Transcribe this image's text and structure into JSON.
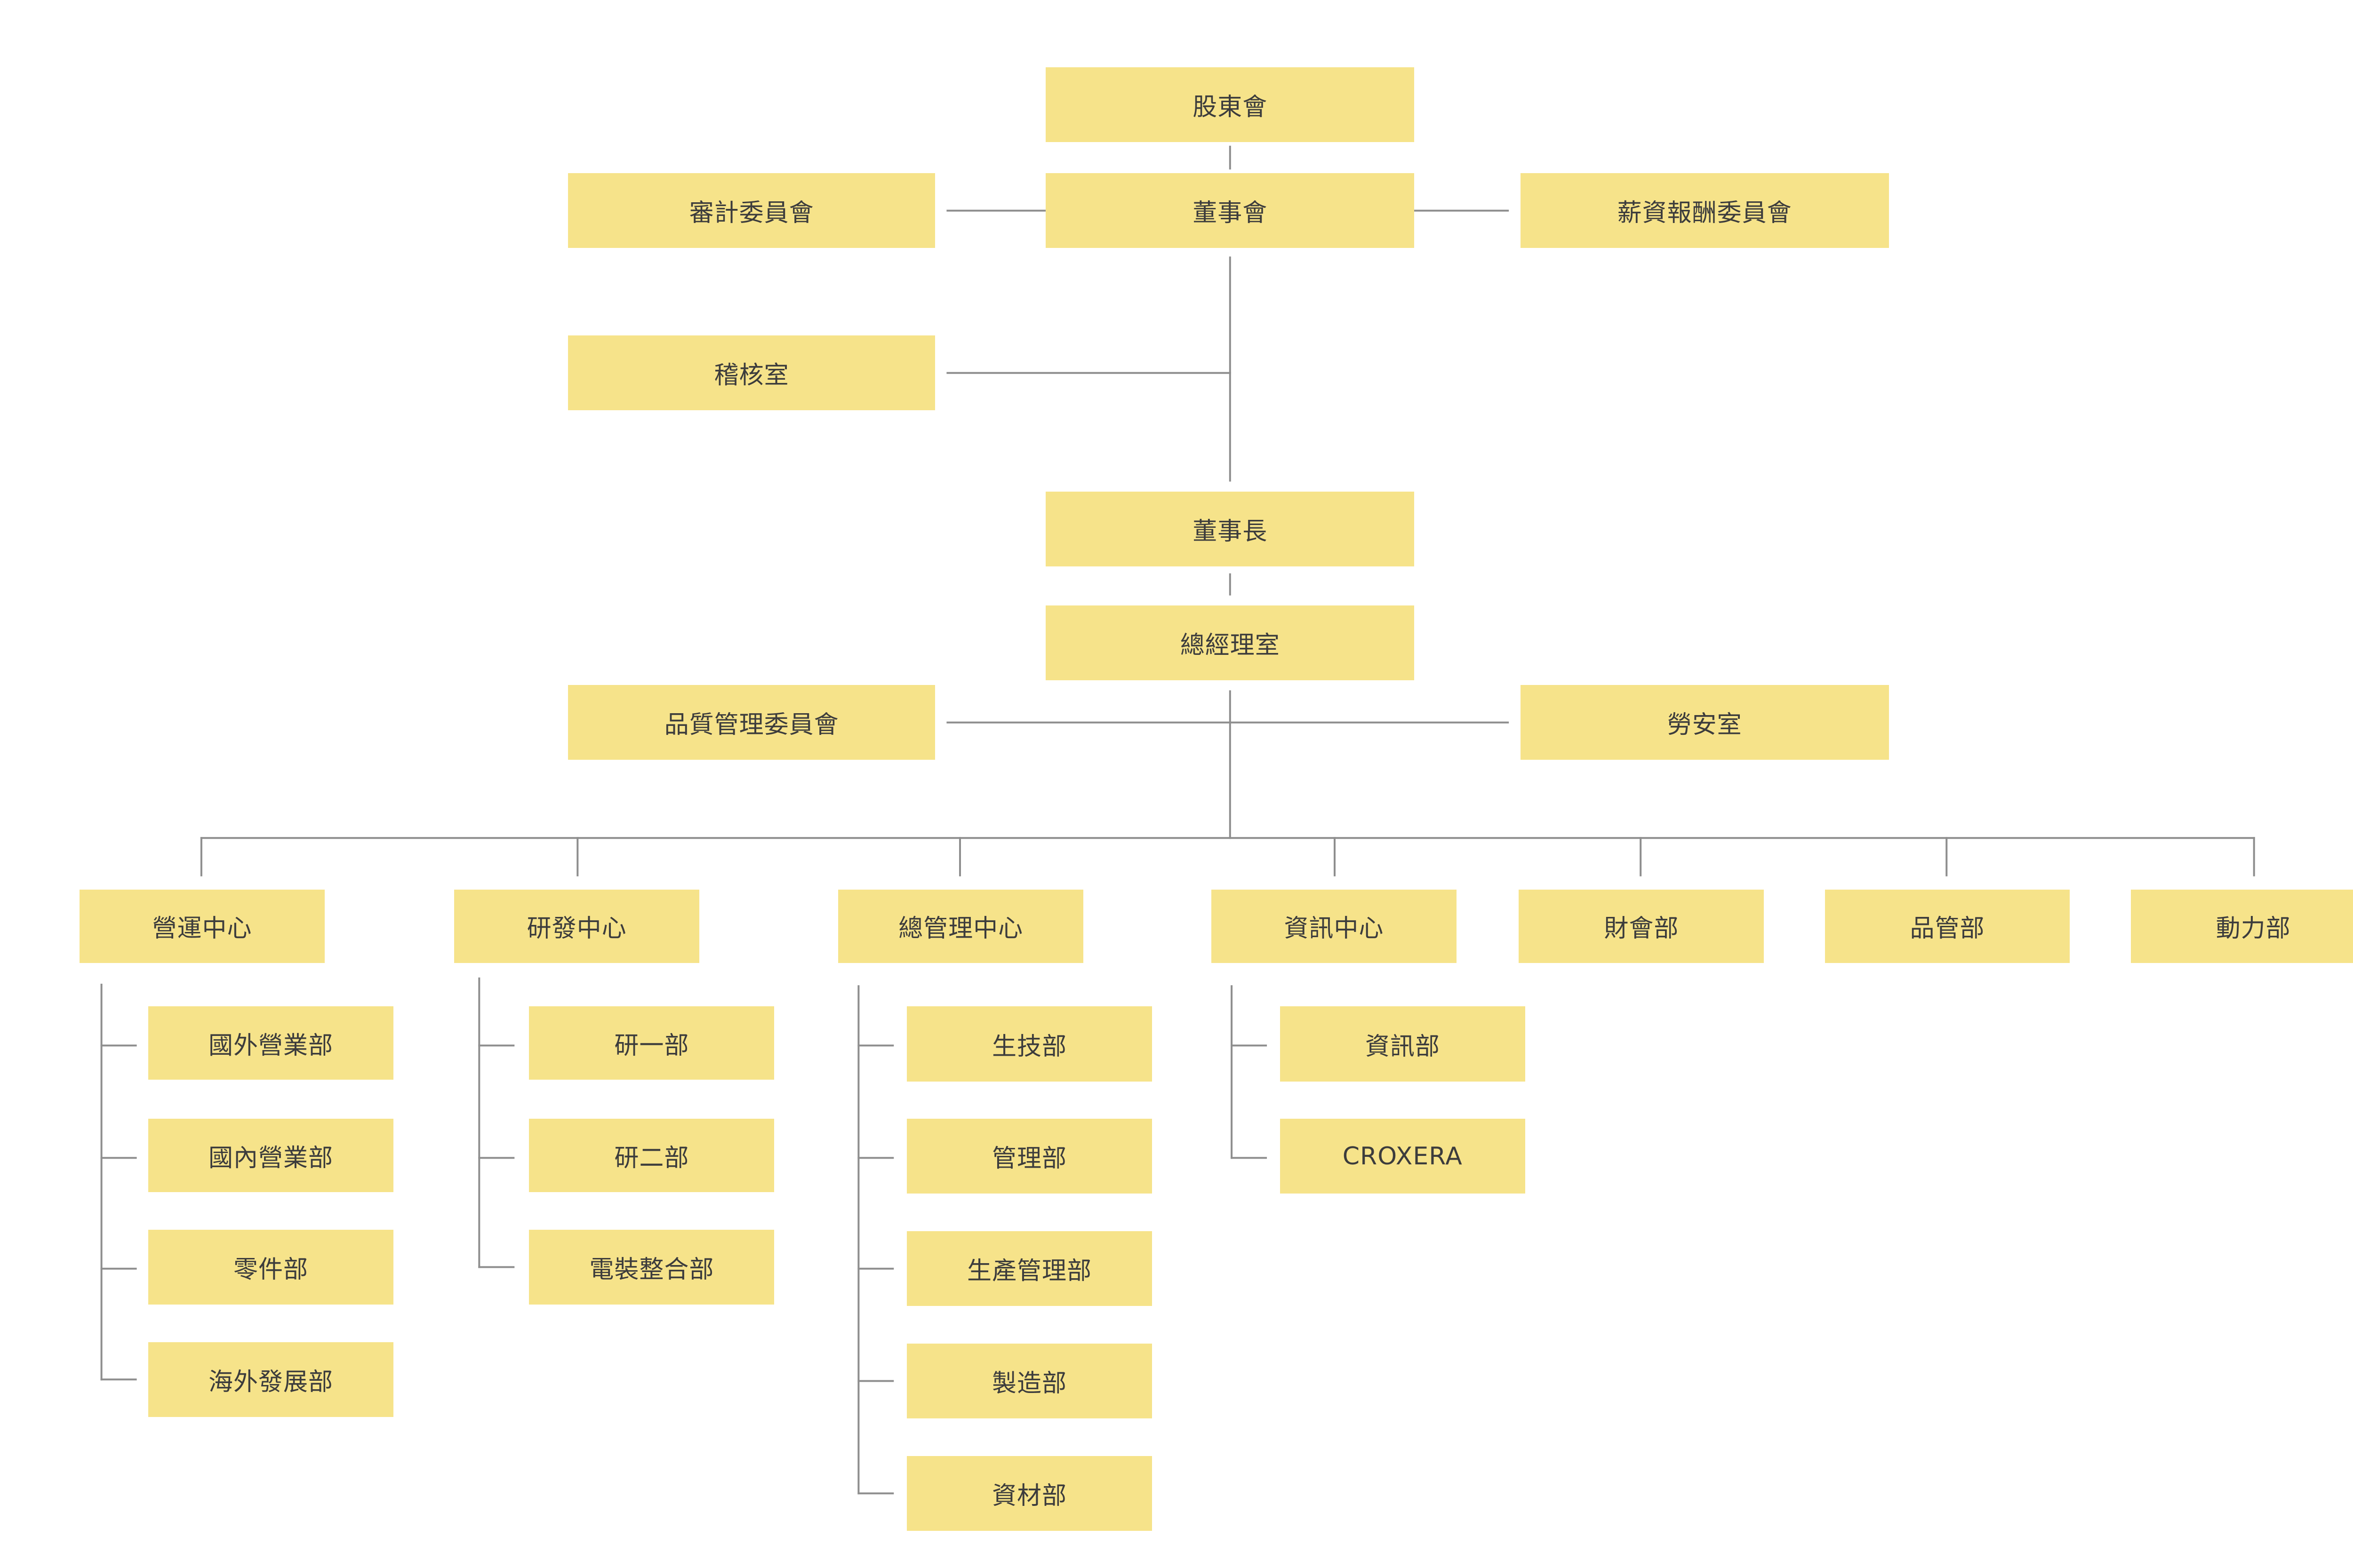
{
  "colors": {
    "box_fill": "#f6e38a",
    "line": "#8e8e8e",
    "text": "#3c3c3c",
    "background": "#ffffff"
  },
  "nodes": {
    "shareholders": "股東會",
    "board": "董事會",
    "audit_committee": "審計委員會",
    "remuneration_committee": "薪資報酬委員會",
    "internal_audit": "稽核室",
    "chairman": "董事長",
    "gm_office": "總經理室",
    "quality_committee": "品質管理委員會",
    "labor_safety": "勞安室",
    "operations_center": "營運中心",
    "rd_center": "研發中心",
    "admin_center": "總管理中心",
    "it_center": "資訊中心",
    "finance_dept": "財會部",
    "qc_dept": "品管部",
    "power_dept": "動力部",
    "overseas_sales": "國外營業部",
    "domestic_sales": "國內營業部",
    "parts_dept": "零件部",
    "overseas_dev": "海外發展部",
    "rd1": "研一部",
    "rd2": "研二部",
    "electrical_integration": "電裝整合部",
    "biotech_dept": "生技部",
    "management_dept": "管理部",
    "production_mgmt": "生產管理部",
    "manufacturing_dept": "製造部",
    "materials_dept": "資材部",
    "it_dept": "資訊部",
    "croxera": "CROXERA"
  }
}
